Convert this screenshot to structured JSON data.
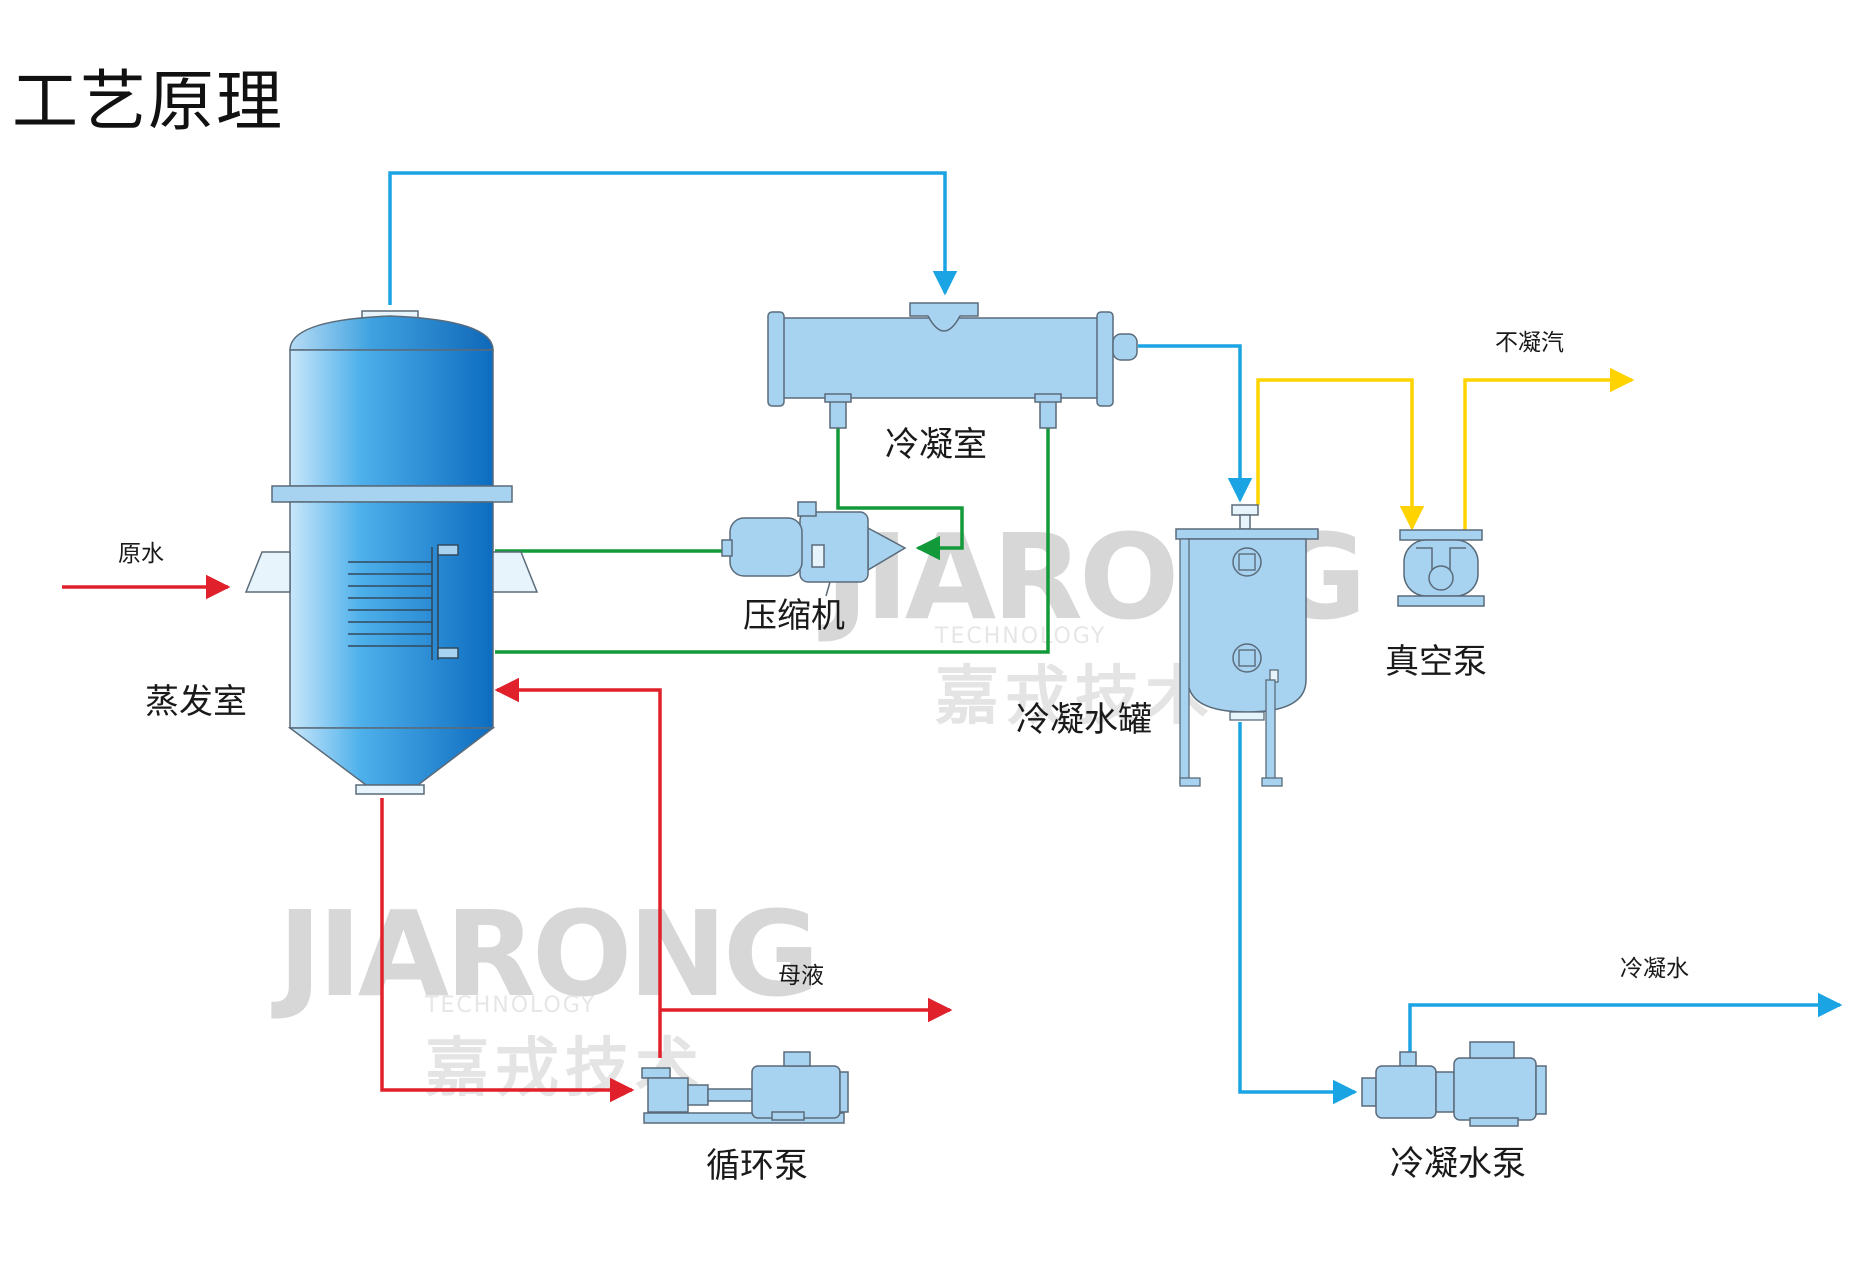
{
  "title": "工艺原理",
  "colors": {
    "steam": "#1ba4e3",
    "feed": "#e0202b",
    "compressed": "#129a3a",
    "vent": "#ffd300",
    "equipment_fill": "#a8d3f0",
    "equipment_stroke": "#5a6b7a",
    "vessel_dark": "#0f6fc3",
    "vessel_light": "#c7e6fa"
  },
  "equipment": {
    "evaporator": "蒸发室",
    "condenser": "冷凝室",
    "compressor": "压缩机",
    "condensate_tank": "冷凝水罐",
    "vacuum_pump": "真空泵",
    "circulation_pump": "循环泵",
    "condensate_pump": "冷凝水泵"
  },
  "streams": {
    "raw_water": "原水",
    "mother_liquor": "母液",
    "non_condensable": "不凝汽",
    "condensate": "冷凝水"
  },
  "watermark": {
    "brand": "JIARONG",
    "sub": "TECHNOLOGY",
    "cn": "嘉戎技术"
  }
}
